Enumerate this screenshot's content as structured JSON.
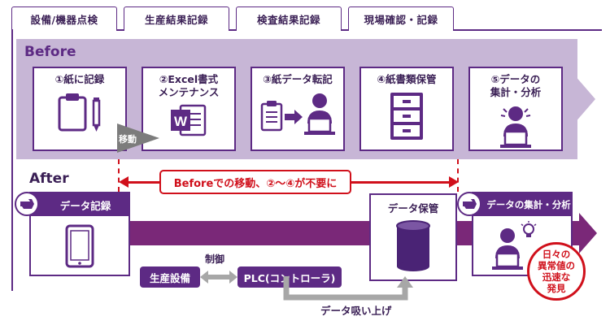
{
  "tabs": [
    "設備/機器点検",
    "生産結果記録",
    "検査結果記録",
    "現場確認・記録"
  ],
  "before": {
    "label": "Before",
    "steps": [
      {
        "title": "①紙に記録",
        "icon": "clipboard-pencil-icon"
      },
      {
        "title": "②Excel書式\nメンテナンス",
        "icon": "word-document-icon"
      },
      {
        "title": "③紙データ転記",
        "icon": "paper-to-pc-icon"
      },
      {
        "title": "④紙書類保管",
        "icon": "file-cabinet-icon"
      },
      {
        "title": "⑤データの\n集計・分析",
        "icon": "analyst-icon"
      }
    ],
    "move_label": "移動"
  },
  "after": {
    "label": "After",
    "callout": "Beforeでの移動、②～④が不要に",
    "record_box": {
      "title": "データ記録",
      "icon": "tablet-icon"
    },
    "storage_box": {
      "title": "データ保管",
      "icon": "database-cylinder-icon"
    },
    "analysis_box": {
      "title": "データの集計・分析",
      "icon": "analyst-lightbulb-icon"
    },
    "equipment": "生産設備",
    "control_label": "制御",
    "plc": "PLC(コントローラ)",
    "upload_label": "データ吸い上げ",
    "highlight": "日々の\n異常値の\n迅速な\n発見"
  },
  "colors": {
    "purple": "#5d2a84",
    "flow": "#7a2878",
    "lavender": "#c7b6d6",
    "red": "#d0101b",
    "gray": "#a7a7a7"
  }
}
